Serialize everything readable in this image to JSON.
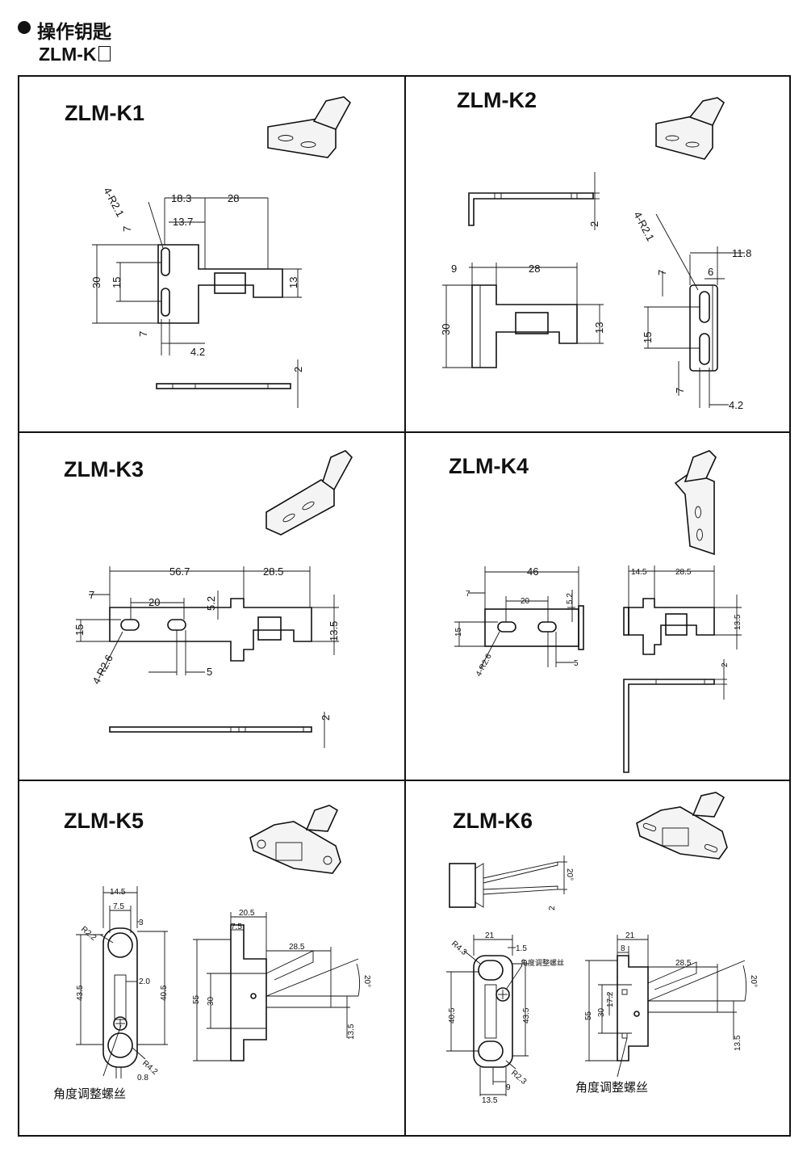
{
  "header": {
    "title": "操作钥匙",
    "subtitle": "ZLM-K"
  },
  "cells": [
    {
      "title": "ZLM-K1",
      "dims": [
        "4-R2.1",
        "18.3",
        "28",
        "13.7",
        "7",
        "30",
        "15",
        "7",
        "13",
        "4.2",
        "2"
      ]
    },
    {
      "title": "ZLM-K2",
      "dims": [
        "2",
        "4-R2.1",
        "11.8",
        "6",
        "9",
        "28",
        "7",
        "30",
        "13",
        "15",
        "7",
        "4.2"
      ]
    },
    {
      "title": "ZLM-K3",
      "dims": [
        "56.7",
        "28.5",
        "7",
        "20",
        "5.2",
        "15",
        "13.5",
        "4-R2.6",
        "5",
        "2"
      ]
    },
    {
      "title": "ZLM-K4",
      "dims": [
        "46",
        "14.5",
        "28.5",
        "7",
        "20",
        "5.2",
        "15",
        "13.5",
        "4-R2.6",
        "5",
        "2"
      ]
    },
    {
      "title": "ZLM-K5",
      "dims": [
        "14.5",
        "7.5",
        "3",
        "R2.2",
        "2.0",
        "43.5",
        "40.5",
        "R4.2",
        "0.8",
        "20.5",
        "7.5",
        "28.5",
        "55",
        "30",
        "20°",
        "13.5"
      ],
      "note": "角度调整螺丝"
    },
    {
      "title": "ZLM-K6",
      "dims": [
        "20°",
        "2",
        "21",
        "1.5",
        "R4.3",
        "40.5",
        "43.5",
        "R2.3",
        "9",
        "13.5",
        "21",
        "8",
        "28.5",
        "55",
        "30",
        "17.2",
        "20°",
        "13.5"
      ],
      "note": "角度调整螺丝",
      "note_small": "角度调整螺丝"
    }
  ]
}
